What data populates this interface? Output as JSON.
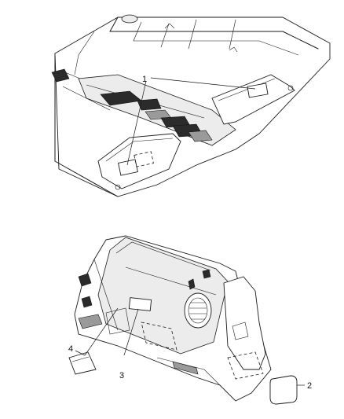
{
  "callouts": {
    "headliner_label": "1",
    "wrapper_label": "2",
    "glovebox_label": "3",
    "card_label": "4"
  },
  "colors": {
    "line": "#1a1a1a",
    "background": "#ffffff"
  }
}
